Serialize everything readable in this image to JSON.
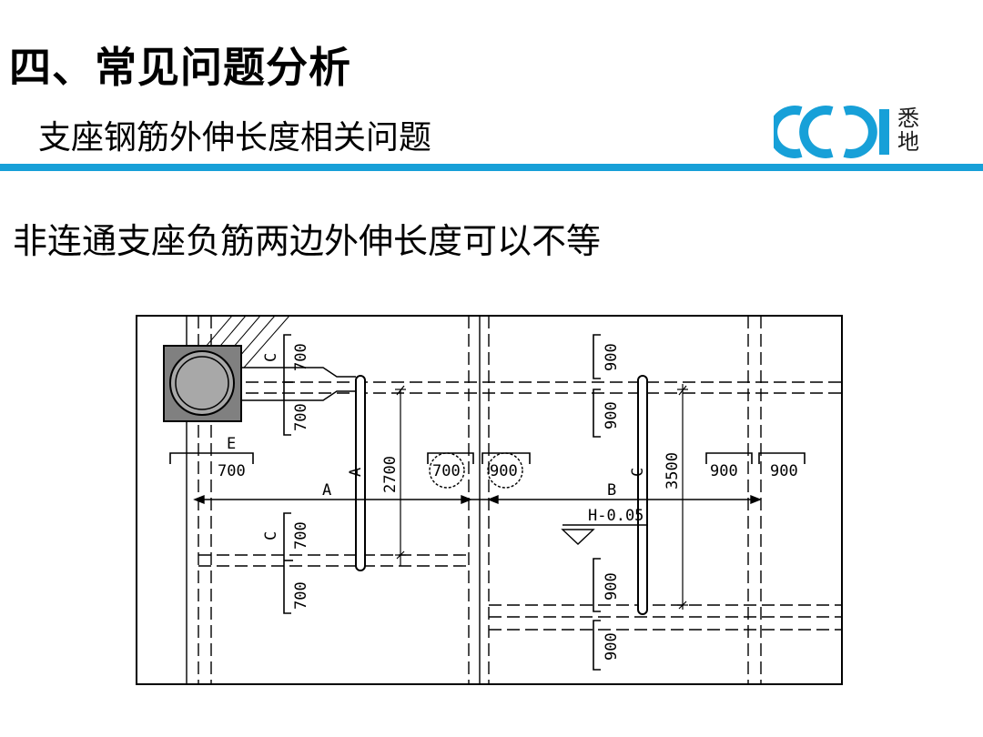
{
  "slide": {
    "title": "四、常见问题分析",
    "subtitle": "支座钢筋外伸长度相关问题",
    "statement": "非连通支座负筋两边外伸长度可以不等"
  },
  "logo": {
    "text_line1": "悉",
    "text_line2": "地",
    "color": "#17a0d8"
  },
  "drawing": {
    "labels": {
      "e": "E",
      "a_span": "A",
      "a_vertical": "A",
      "b": "B",
      "c_vertical": "C",
      "c_top": "C",
      "c_bottom": "C",
      "elevation": "H-0.05"
    },
    "dimensions": {
      "left_top_1": "700",
      "left_top_2": "700",
      "left_mid": "700",
      "left_bottom_1": "700",
      "left_bottom_2": "700",
      "height_a": "2700",
      "circled_left": "700",
      "circled_right": "900",
      "height_c": "3500",
      "right_1": "900",
      "right_2": "900",
      "top_v1": "900",
      "top_v2": "900",
      "bottom_v1": "900",
      "bottom_v2": "900"
    }
  }
}
